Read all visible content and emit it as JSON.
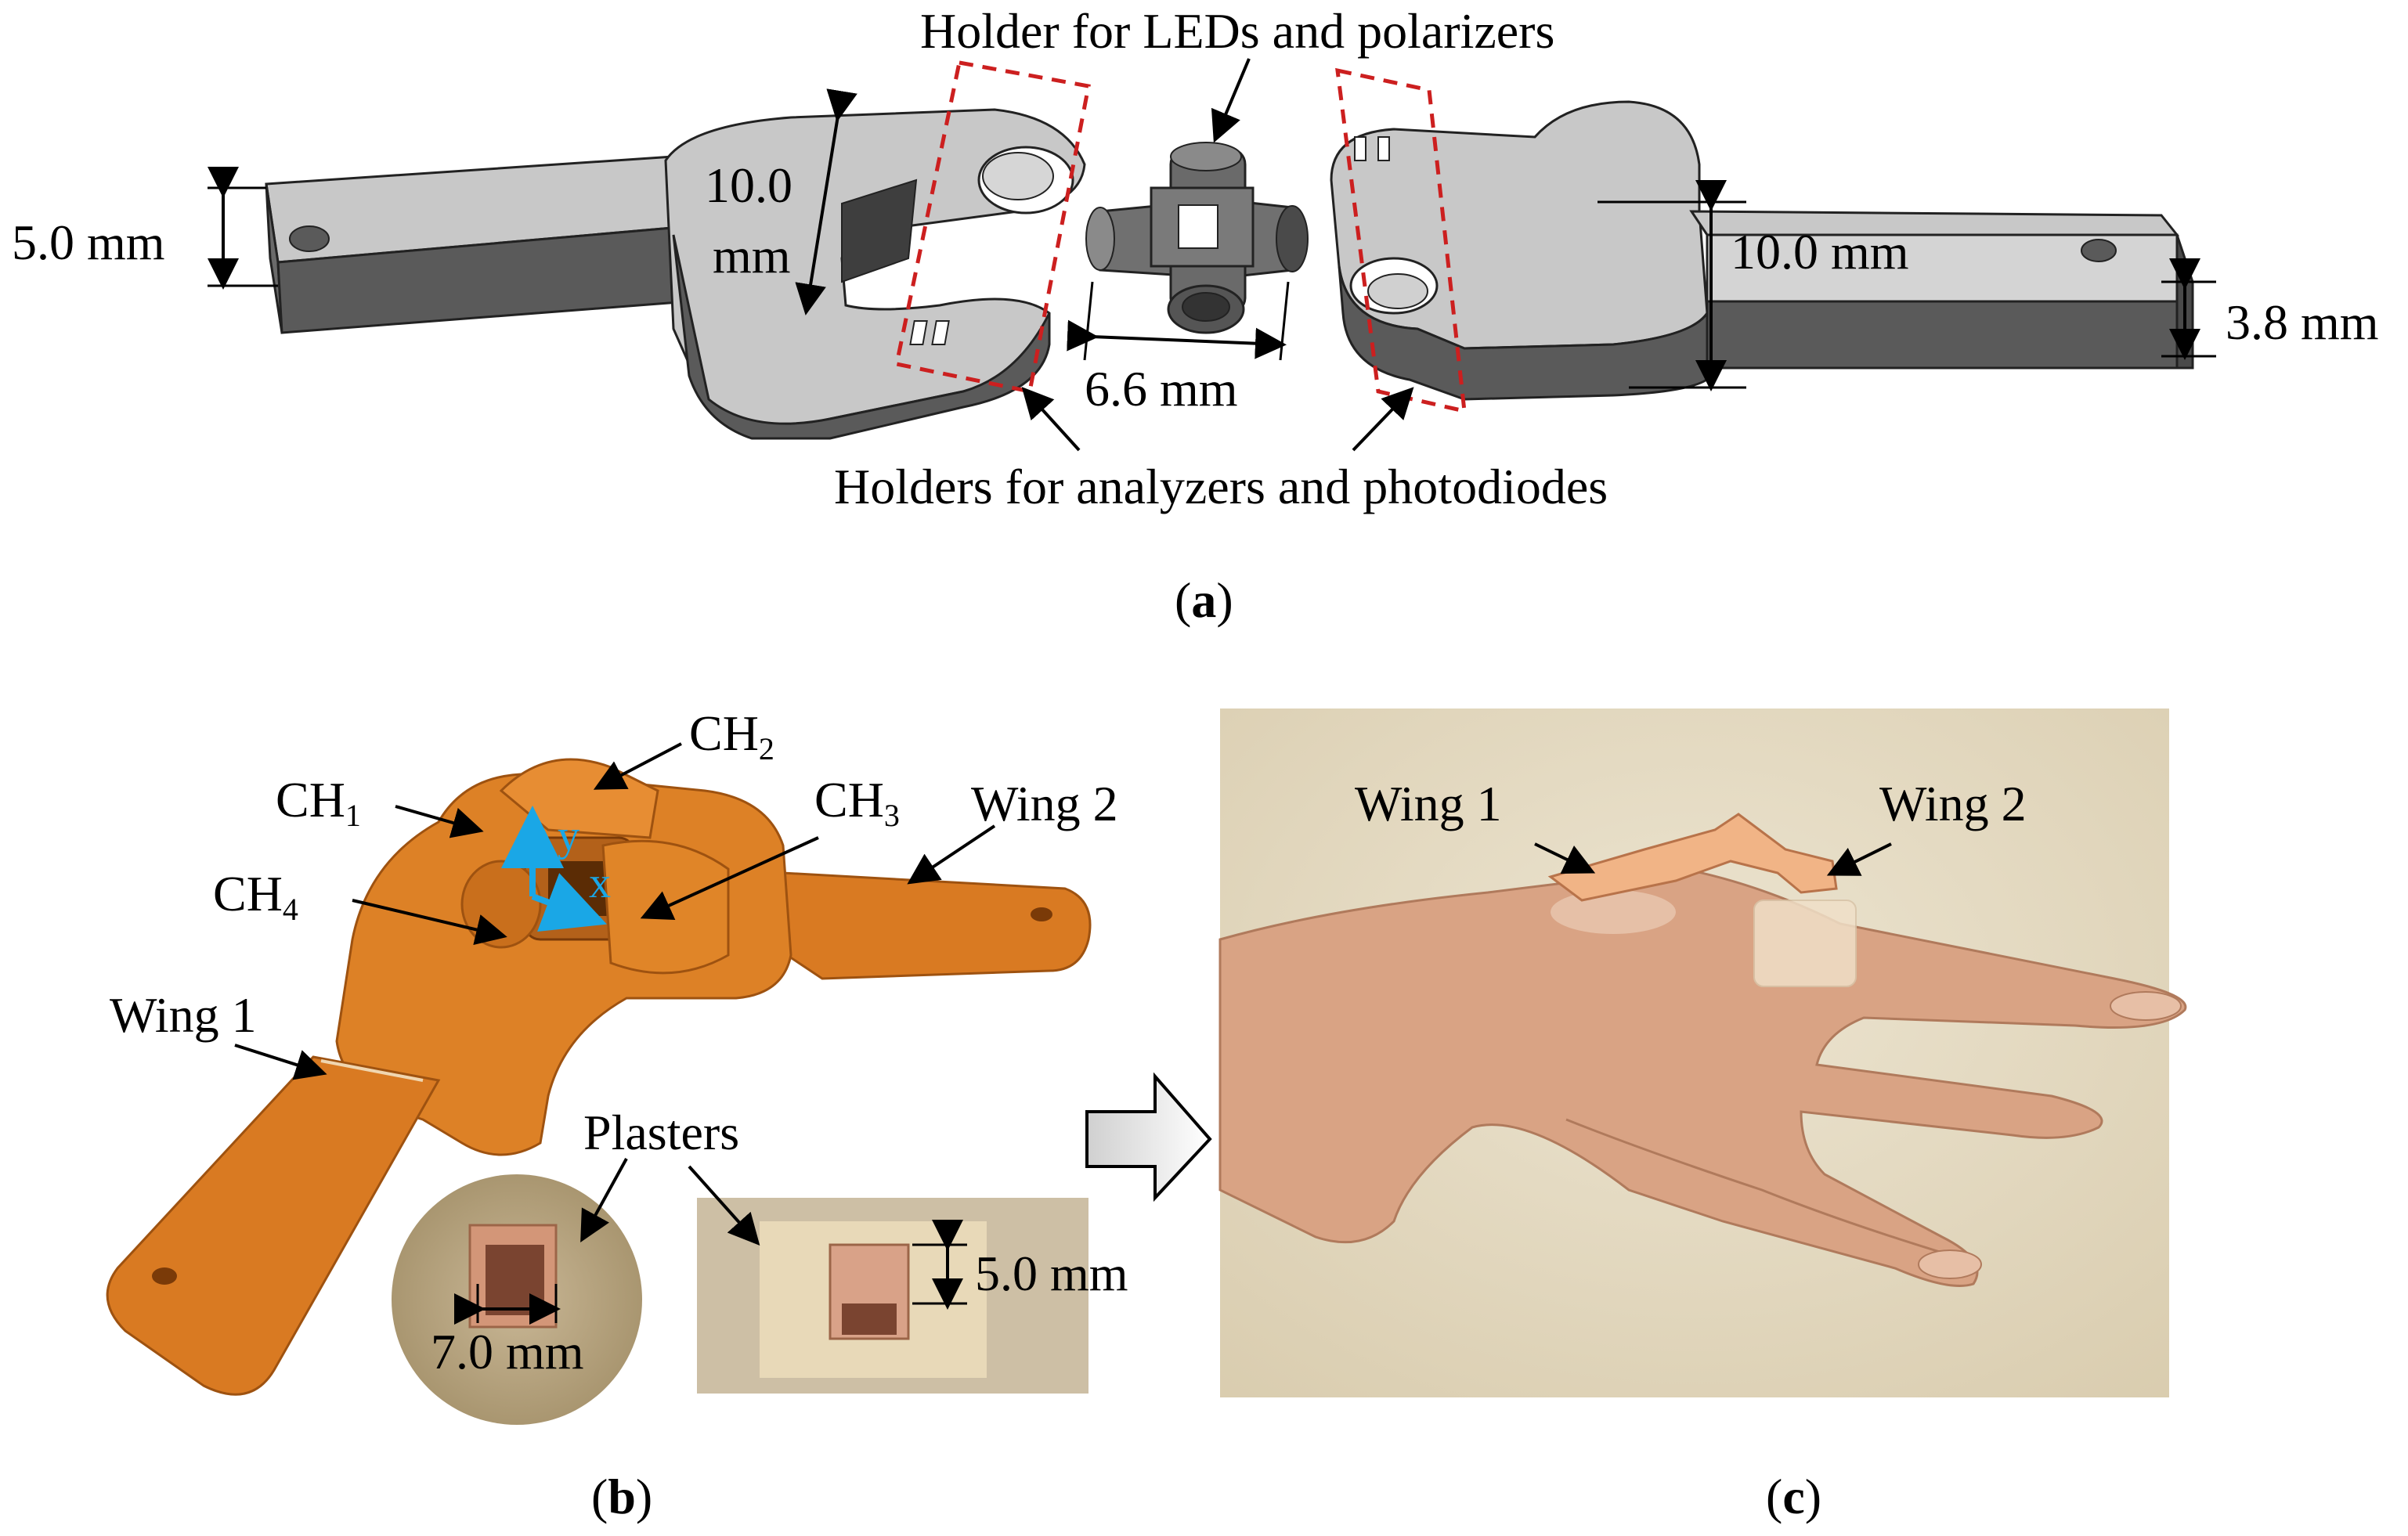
{
  "panel_a": {
    "caption": "a",
    "labels": {
      "holder_leds": "Holder for LEDs and polarizers",
      "holders_analyzers": "Holders for analyzers and photodiodes",
      "dim_5mm": "5.0 mm",
      "dim_10mm_line1": "10.0",
      "dim_10mm_line2": "mm",
      "dim_6_6mm": "6.6 mm",
      "dim_10mm_right": "10.0 mm",
      "dim_3_8mm": "3.8 mm"
    }
  },
  "panel_b": {
    "caption": "b",
    "labels": {
      "ch1": "CH",
      "ch1_sub": "1",
      "ch2": "CH",
      "ch2_sub": "2",
      "ch3": "CH",
      "ch3_sub": "3",
      "ch4": "CH",
      "ch4_sub": "4",
      "wing1": "Wing 1",
      "wing2": "Wing 2",
      "axis_x": "x",
      "axis_y": "y",
      "plasters": "Plasters",
      "dim_7mm": "7.0 mm",
      "dim_5mm": "5.0 mm"
    }
  },
  "panel_c": {
    "caption": "c",
    "labels": {
      "wing1": "Wing 1",
      "wing2": "Wing 2"
    }
  },
  "colors": {
    "cad_light": "#c8c8c8",
    "cad_dark": "#5a5a5a",
    "orange_part": "#d97a22",
    "red_dashed": "#cc1f1f",
    "axis_blue": "#1aa7e6",
    "wall_beige": "#e6dcc4",
    "skin": "#d9a384"
  }
}
